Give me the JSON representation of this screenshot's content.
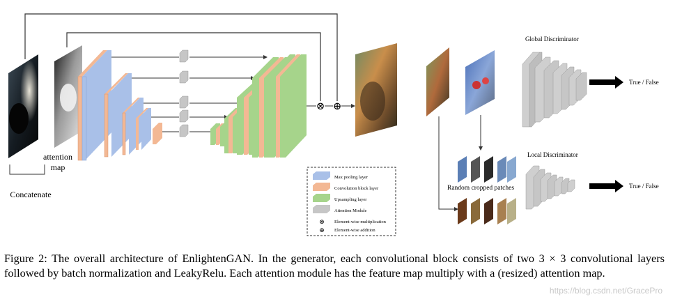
{
  "labels": {
    "attention_map": [
      "attention",
      "map"
    ],
    "concatenate": "Concatenate",
    "global_discriminator": "Global Discriminator",
    "local_discriminator": "Local Discriminator",
    "random_cropped_patches": "Random cropped patches",
    "output_global": "True / False",
    "output_local": "True / False"
  },
  "legend": {
    "items": [
      {
        "label": "Max pooling layer",
        "color": "#a9c0e8"
      },
      {
        "label": "Convolution block layer",
        "color": "#f3b894"
      },
      {
        "label": "Upsampling layer",
        "color": "#a6d48b"
      },
      {
        "label": "Attention Module",
        "color": "#c6c6c6"
      }
    ],
    "symbols": [
      {
        "symbol": "⊗",
        "label": "Element-wise multiplication"
      },
      {
        "symbol": "⊕",
        "label": "Element-wise addition"
      }
    ]
  },
  "operators": {
    "multiply": "⊗",
    "add": "⊕"
  },
  "caption": "Figure 2:  The overall architecture of EnlightenGAN. In the generator, each convolutional block consists of two 3 × 3 convolutional layers followed by batch normalization and LeakyRelu. Each attention module has the feature map multiply with a (resized) attention map.",
  "watermark": "https://blog.csdn.net/GracePro",
  "colors": {
    "pool": "#a9c0e8",
    "conv": "#f3b894",
    "up": "#a6d48b",
    "attn": "#c6c6c6",
    "disc": "#bdbdbd"
  }
}
